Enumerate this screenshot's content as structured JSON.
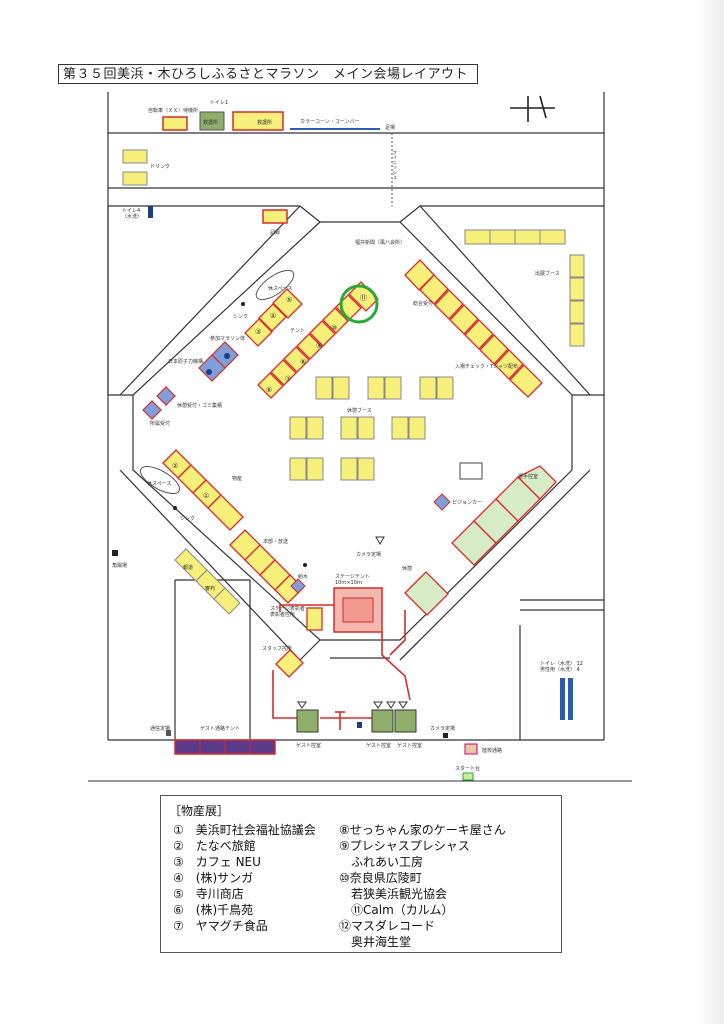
{
  "title": "第３５回美浜・木ひろしふるさとマラソン　メイン会場レイアウト",
  "labels": {
    "toilet1": "トイレ1",
    "bicycle_parking": "自転車（ＸＸ）待機所",
    "first_aid": "救護所",
    "hq": "救護所",
    "cones": "カラーコーン・コーンバー",
    "foot_bath": "足場",
    "finish": "フィニッシュ",
    "drink": "ドリンク",
    "toilet4": "トイレ4\n（水洗）",
    "record": "記録",
    "fukui_news": "福井新聞（風八会所）",
    "exhibit_booth": "出展ブース",
    "tent": "テント",
    "store1": "物販",
    "sink1": "シンク",
    "seasoning": "参加マラソン体",
    "kids_event": "日本原子力機構",
    "space1": "休スペース",
    "reception": "総合受付",
    "check": "入場チェック・Tシャツ配布",
    "rest_booth": "休憩ブース",
    "recept_trash": "休憩受付・ゴミ集積",
    "lost": "所属受付",
    "space2": "休スペース",
    "store2": "物産",
    "sink2": "シンク",
    "hq_broadcast": "本部・放送",
    "water": "給水",
    "kakuyo": "角陽場",
    "press": "報道",
    "judge": "審判",
    "camera1": "カメラ定場",
    "stage_tent": "ステージテント\n10ｍ×10ｍ",
    "stage_prize": "ステージ表彰者\n表彰者控所",
    "staff": "スタッフ控所",
    "pigeon": "ピジョンカー",
    "player_ctrl": "選手控室",
    "lounge": "休憩",
    "guest1": "ゲスト控室",
    "guest2": "ゲスト控室",
    "guest3": "ゲスト控室",
    "camera2": "カメラ定場",
    "comm": "通信定場",
    "guest_tent": "ゲスト通路テント",
    "toilet_large": "トイレ（水洗） 12\n男性用（水洗） 4",
    "start_road": "陸校通路",
    "start_table": "スタート台"
  },
  "stalls": [
    "①",
    "②",
    "③",
    "④",
    "⑤",
    "⑥",
    "⑦",
    "⑧",
    "⑨",
    "⑩",
    "⑪",
    "⑫"
  ],
  "legend": {
    "heading": "［物産展］",
    "left": [
      "①　美浜町社会福祉協議会",
      "②　たなべ旅館",
      "③　カフェ NEU",
      "④　(株)サンガ",
      "⑤　寺川商店",
      "⑥　(株)千鳥苑",
      "⑦　ヤマグチ食品"
    ],
    "right": [
      "⑧せっちゃん家のケーキ屋さん",
      "⑨プレシャスプレシャス",
      "　ふれあい工房",
      "⑩奈良県広陵町",
      "　若狭美浜観光協会",
      "　⑪Calm（カルム）",
      "⑫マスダレコード",
      "　奥井海生堂"
    ]
  },
  "colors": {
    "stall_fill": "#f6f07a",
    "stall_border": "#d62b2b",
    "green_fill": "#8fae6a",
    "pink_fill": "#f3b9b0",
    "blue_fill": "#7f9fd8",
    "purple_fill": "#5b3a8c",
    "highlight": "#2aa83a"
  }
}
